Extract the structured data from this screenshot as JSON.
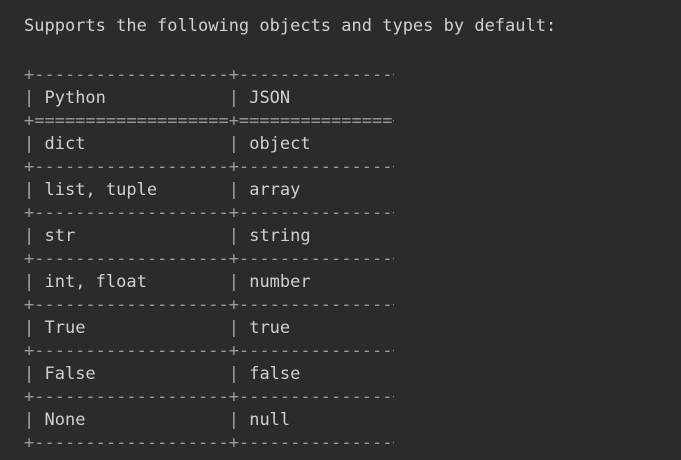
{
  "intro": "Supports the following objects and types by default:",
  "table": {
    "separator": "+-------------------+---------------+",
    "header_separator": "+===================+===============+",
    "header": {
      "python": "Python",
      "json": "JSON"
    },
    "rows": [
      {
        "python": "dict",
        "json": "object"
      },
      {
        "python": "list, tuple",
        "json": "array"
      },
      {
        "python": "str",
        "json": "string"
      },
      {
        "python": "int, float",
        "json": "number"
      },
      {
        "python": "True",
        "json": "true"
      },
      {
        "python": "False",
        "json": "false"
      },
      {
        "python": "None",
        "json": "null"
      }
    ]
  }
}
